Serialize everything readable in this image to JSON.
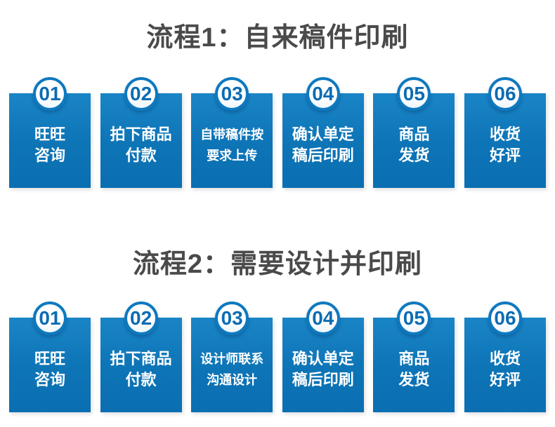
{
  "colors": {
    "box_blue_top": "#1a85c6",
    "box_blue_bottom": "#0a6fb2",
    "circle_ring_blue": "#0d79c0",
    "circle_number_blue": "#0b6cb3",
    "title_gray": "#4a4a4a",
    "step_text_white": "#ffffff",
    "background": "#ffffff"
  },
  "sections": [
    {
      "title": "流程1：自来稿件印刷",
      "steps": [
        {
          "num": "01",
          "line1": "旺旺",
          "line2": "咨询"
        },
        {
          "num": "02",
          "line1": "拍下商品",
          "line2": "付款"
        },
        {
          "num": "03",
          "line1": "自带稿件按",
          "line2": "要求上传"
        },
        {
          "num": "04",
          "line1": "确认单定",
          "line2": "稿后印刷"
        },
        {
          "num": "05",
          "line1": "商品",
          "line2": "发货"
        },
        {
          "num": "06",
          "line1": "收货",
          "line2": "好评"
        }
      ]
    },
    {
      "title": "流程2：需要设计并印刷",
      "steps": [
        {
          "num": "01",
          "line1": "旺旺",
          "line2": "咨询"
        },
        {
          "num": "02",
          "line1": "拍下商品",
          "line2": "付款"
        },
        {
          "num": "03",
          "line1": "设计师联系",
          "line2": "沟通设计"
        },
        {
          "num": "04",
          "line1": "确认单定",
          "line2": "稿后印刷"
        },
        {
          "num": "05",
          "line1": "商品",
          "line2": "发货"
        },
        {
          "num": "06",
          "line1": "收货",
          "line2": "好评"
        }
      ]
    }
  ]
}
